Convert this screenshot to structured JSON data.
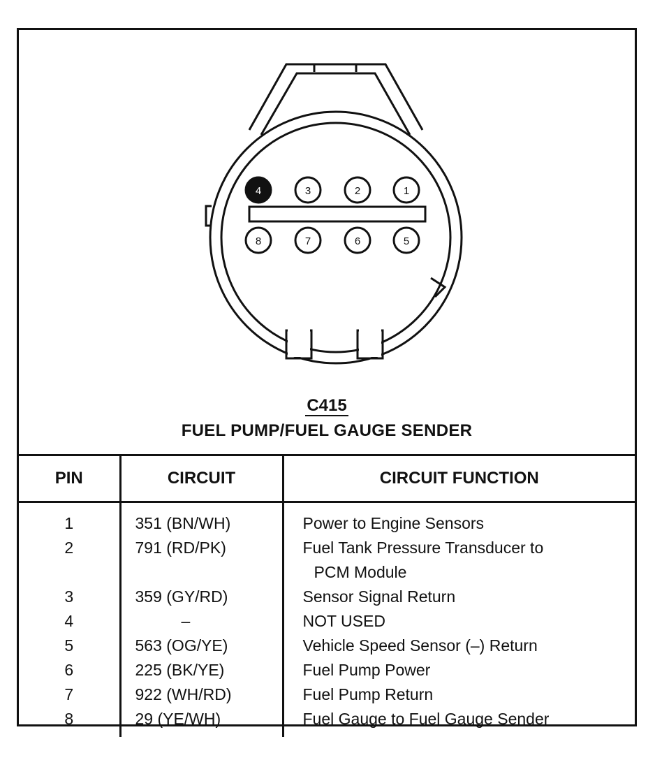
{
  "connector": {
    "id": "C415",
    "name": "FUEL PUMP/FUEL GAUGE SENDER",
    "pins_top_row": [
      "4",
      "3",
      "2",
      "1"
    ],
    "pins_bottom_row": [
      "8",
      "7",
      "6",
      "5"
    ]
  },
  "table": {
    "headers": [
      "PIN",
      "CIRCUIT",
      "CIRCUIT FUNCTION"
    ],
    "rows": [
      {
        "pin": "1",
        "circuit": "351 (BN/WH)",
        "function": "Power to Engine Sensors"
      },
      {
        "pin": "2",
        "circuit": "791 (RD/PK)",
        "function": "Fuel Tank Pressure Transducer to",
        "function_line2": "PCM Module"
      },
      {
        "pin": "3",
        "circuit": "359 (GY/RD)",
        "function": "Sensor Signal Return"
      },
      {
        "pin": "4",
        "circuit": "–",
        "function": "NOT USED"
      },
      {
        "pin": "5",
        "circuit": "563 (OG/YE)",
        "function": "Vehicle Speed Sensor (–) Return"
      },
      {
        "pin": "6",
        "circuit": "225 (BK/YE)",
        "function": "Fuel Pump Power"
      },
      {
        "pin": "7",
        "circuit": "922 (WH/RD)",
        "function": "Fuel Pump Return"
      },
      {
        "pin": "8",
        "circuit": "29 (YE/WH)",
        "function": "Fuel Gauge to Fuel Gauge Sender"
      }
    ]
  },
  "colors": {
    "ink": "#111111",
    "unused_pin_fill": "#111111",
    "background": "#ffffff"
  }
}
